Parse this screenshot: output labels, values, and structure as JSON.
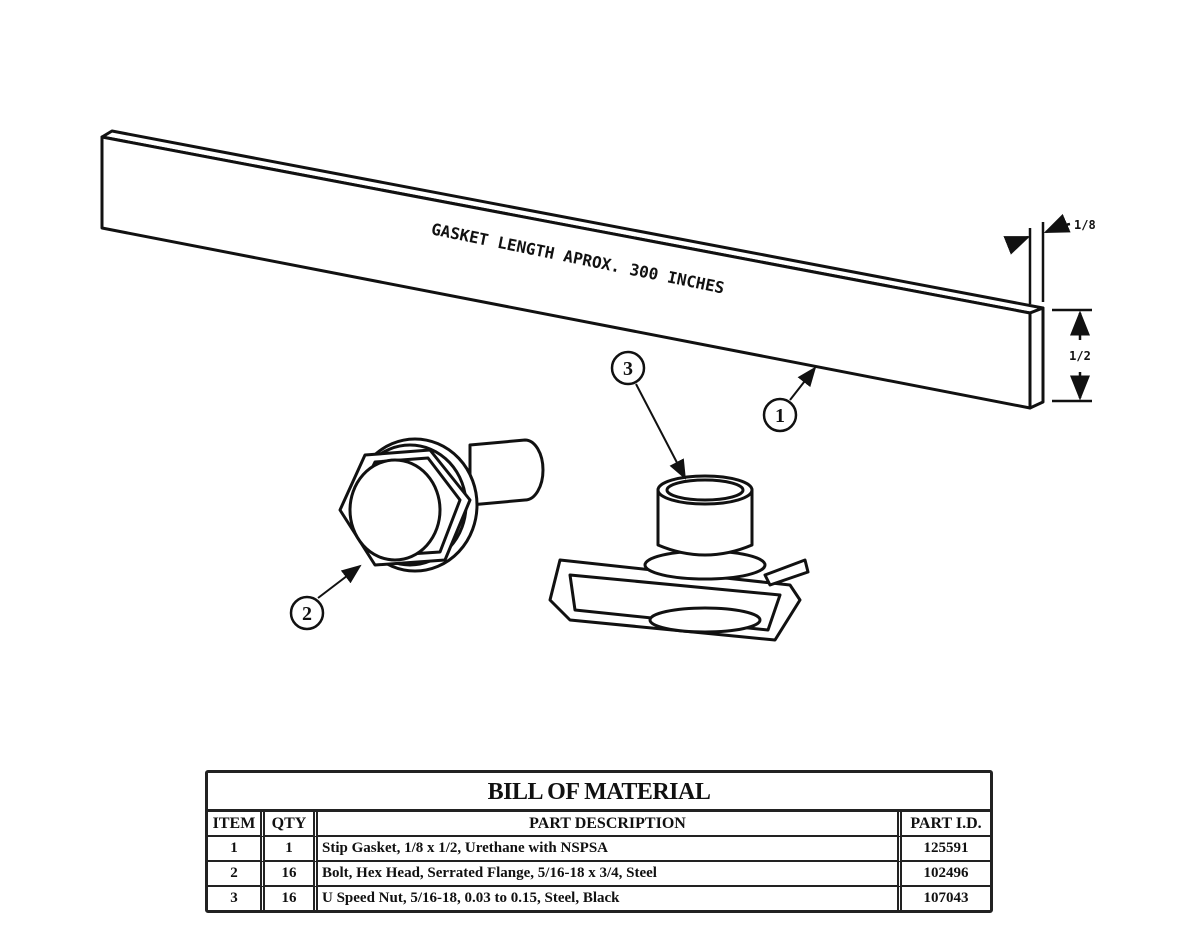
{
  "drawing": {
    "gasket_label": "GASKET LENGTH APROX. 300 INCHES",
    "dimensions": {
      "thickness": "1/8",
      "height": "1/2"
    },
    "balloons": [
      "1",
      "2",
      "3"
    ]
  },
  "bom": {
    "title": "BILL OF MATERIAL",
    "headers": {
      "item": "ITEM",
      "qty": "QTY",
      "description": "PART DESCRIPTION",
      "part_id": "PART I.D."
    },
    "rows": [
      {
        "item": "1",
        "qty": "1",
        "description": "Stip Gasket, 1/8 x 1/2, Urethane with NSPSA",
        "part_id": "125591"
      },
      {
        "item": "2",
        "qty": "16",
        "description": "Bolt, Hex Head, Serrated Flange, 5/16-18 x 3/4, Steel",
        "part_id": "102496"
      },
      {
        "item": "3",
        "qty": "16",
        "description": "U Speed Nut, 5/16-18, 0.03 to 0.15, Steel, Black",
        "part_id": "107043"
      }
    ]
  }
}
